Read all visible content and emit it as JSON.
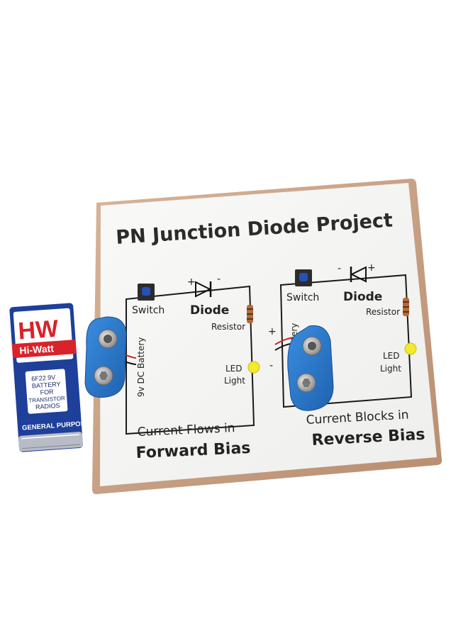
{
  "board": {
    "title": "PN Junction Diode Project",
    "left_circuit": {
      "switch_label": "Switch",
      "diode_label": "Diode",
      "resistor_label": "Resistor",
      "led_label_1": "LED",
      "led_label_2": "Light",
      "battery_label": "9v DC Battery",
      "plus": "+",
      "minus": "-",
      "caption_1": "Current Flows in",
      "caption_2": "Forward Bias"
    },
    "right_circuit": {
      "switch_label": "Switch",
      "diode_label": "Diode",
      "resistor_label": "Resistor",
      "led_label_1": "LED",
      "led_label_2": "Light",
      "battery_label": "Battery",
      "plus": "+",
      "minus": "-",
      "caption_1": "Current Blocks in",
      "caption_2": "Reverse Bias"
    }
  },
  "battery": {
    "logo": "HW",
    "brand": "Hi-Watt",
    "spec_line_1": "6F22 9V",
    "spec_line_2": "BATTERY",
    "spec_line_3": "FOR",
    "spec_line_4": "TRANSISTOR",
    "spec_line_5": "RADIOS",
    "footer": "GENERAL PURPOSE"
  },
  "colors": {
    "board_face": "#f6f6f4",
    "board_edge": "#c8a48a",
    "clip_blue": "#2f7fd0",
    "battery_blue": "#1e3f9a",
    "battery_red": "#d8232a",
    "led_yellow": "#f2ea2a"
  }
}
